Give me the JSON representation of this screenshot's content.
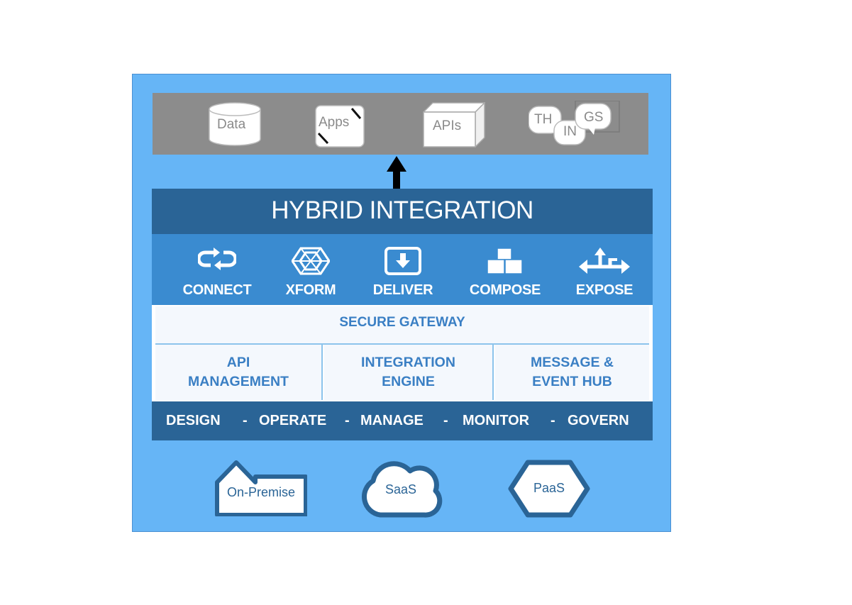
{
  "diagram": {
    "title": "HYBRID INTEGRATION",
    "sources": [
      {
        "label": "Data",
        "icon": "database-icon"
      },
      {
        "label": "Apps",
        "icon": "apps-icon"
      },
      {
        "label": "APIs",
        "icon": "cube-icon"
      },
      {
        "label_parts": [
          "TH",
          "IN",
          "GS"
        ],
        "icon": "speech-bubbles-icon"
      }
    ],
    "capabilities": [
      {
        "label": "CONNECT",
        "icon": "connect-icon"
      },
      {
        "label": "XFORM",
        "icon": "xform-icon"
      },
      {
        "label": "DELIVER",
        "icon": "deliver-icon"
      },
      {
        "label": "COMPOSE",
        "icon": "compose-icon"
      },
      {
        "label": "EXPOSE",
        "icon": "expose-icon"
      }
    ],
    "gateway": "SECURE GATEWAY",
    "services": [
      {
        "line1": "API",
        "line2": "MANAGEMENT"
      },
      {
        "line1": "INTEGRATION",
        "line2": "ENGINE"
      },
      {
        "line1": "MESSAGE &",
        "line2": "EVENT HUB"
      }
    ],
    "lifecycle": [
      "DESIGN",
      "-",
      "OPERATE",
      "-",
      "MANAGE",
      "-",
      "MONITOR",
      "-",
      "GOVERN"
    ],
    "deployments": [
      {
        "label": "On-Premise",
        "icon": "house-icon"
      },
      {
        "label": "SaaS",
        "icon": "cloud-icon"
      },
      {
        "label": "PaaS",
        "icon": "hexagon-icon"
      }
    ],
    "colors": {
      "frame": "#66b5f6",
      "dark_blue": "#2a6496",
      "mid_blue": "#3a8bd0",
      "gray_band": "#8c8c8c",
      "panel_text": "#3a7fc4"
    }
  }
}
